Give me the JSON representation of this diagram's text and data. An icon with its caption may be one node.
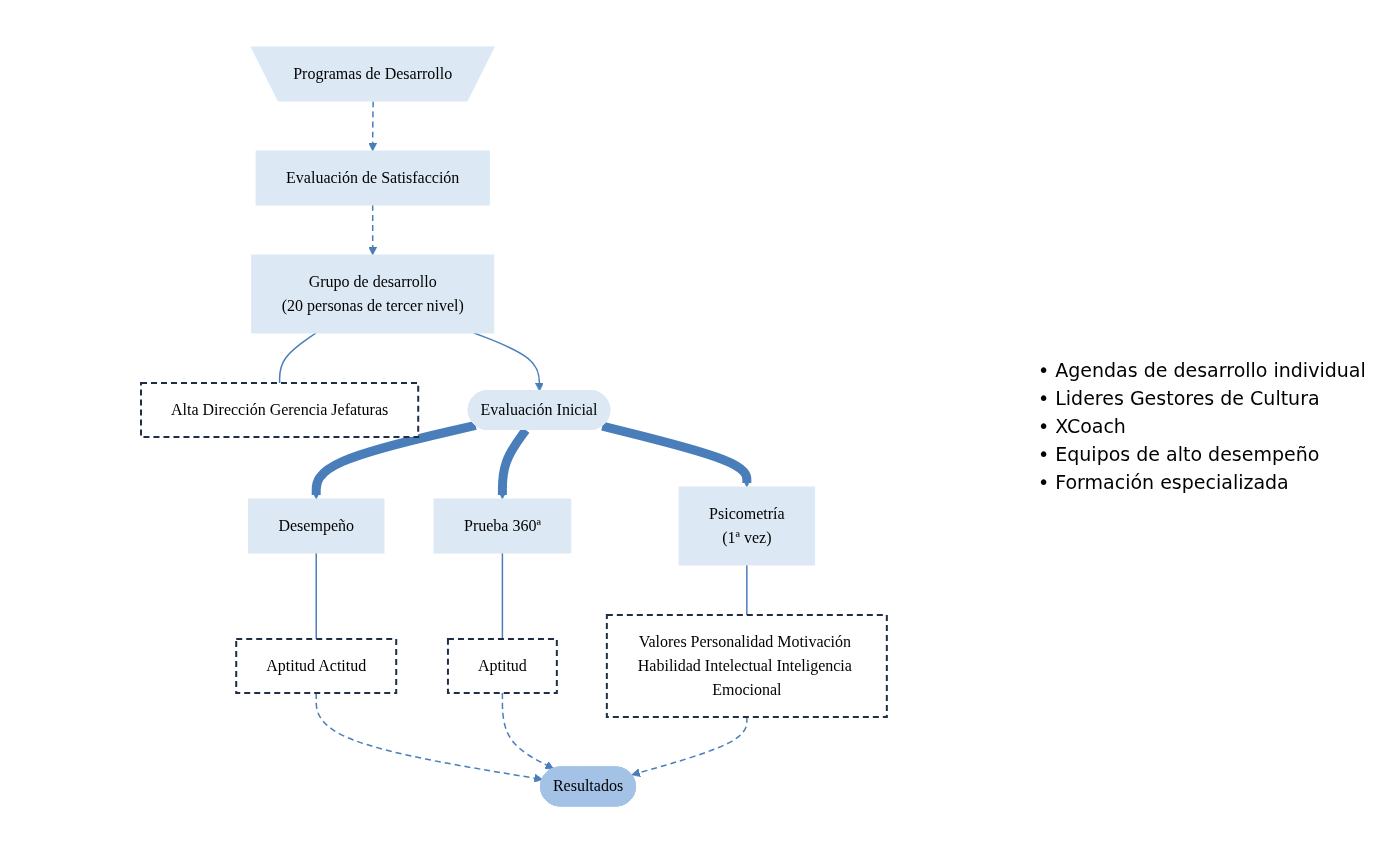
{
  "diagram": {
    "nodes": [
      {
        "text": [
          "Grupo de desarrollo",
          "(20 personas de tercer nivel)"
        ]
      },
      {
        "text": [
          "Alta Dirección Gerencia Jefaturas"
        ]
      },
      {
        "text": [
          "Evaluación Inicial"
        ]
      },
      {
        "text": [
          "Psicometría",
          "(1ª vez)"
        ]
      },
      {
        "text": [
          "Valores Personalidad Motivación Habilidad Intelectual Inteligencia Emocional"
        ]
      },
      {
        "text": [
          "Prueba 360ª"
        ]
      },
      {
        "text": [
          "Aptitud"
        ]
      },
      {
        "text": [
          "Desempeño"
        ]
      },
      {
        "text": [
          "Aptitud Actitud"
        ]
      },
      {
        "text": [
          "Resultados"
        ]
      },
      {
        "text": [
          "Programas de Desarrollo"
        ]
      },
      {
        "text": [
          "Evaluación de Satisfacción"
        ]
      }
    ],
    "edges": [
      {
        "from": 11,
        "to": 0,
        "arrow": "to",
        "style": "dashed"
      },
      {
        "from": 0,
        "to": 1,
        "arrow": "none"
      },
      {
        "from": 0,
        "to": 2,
        "arrow": "to"
      },
      {
        "from": 2,
        "to": 3,
        "arrow": "to",
        "style": "thick"
      },
      {
        "from": 2,
        "to": 5,
        "arrow": "to",
        "style": "thick"
      },
      {
        "from": 2,
        "to": 7,
        "arrow": "to",
        "style": "thick"
      },
      {
        "from": 3,
        "to": 4,
        "arrow": "none"
      },
      {
        "from": 5,
        "to": 6,
        "arrow": "none"
      },
      {
        "from": 7,
        "to": 8,
        "arrow": "none"
      },
      {
        "from": 8,
        "to": 9,
        "arrow": "to",
        "style": "dashed"
      },
      {
        "from": 6,
        "to": 9,
        "arrow": "to",
        "style": "dashed"
      },
      {
        "from": 4,
        "to": 9,
        "arrow": "to",
        "style": "dashed"
      },
      {
        "from": 10,
        "to": 11,
        "arrow": "to",
        "style": "dashed"
      }
    ],
    "labels": [
      "• Agendas de desarrollo individual",
      "• Lideres Gestores de Cultura",
      "• XCoach",
      "• Equipos de alto desempeño",
      "• Formación especializada"
    ]
  }
}
